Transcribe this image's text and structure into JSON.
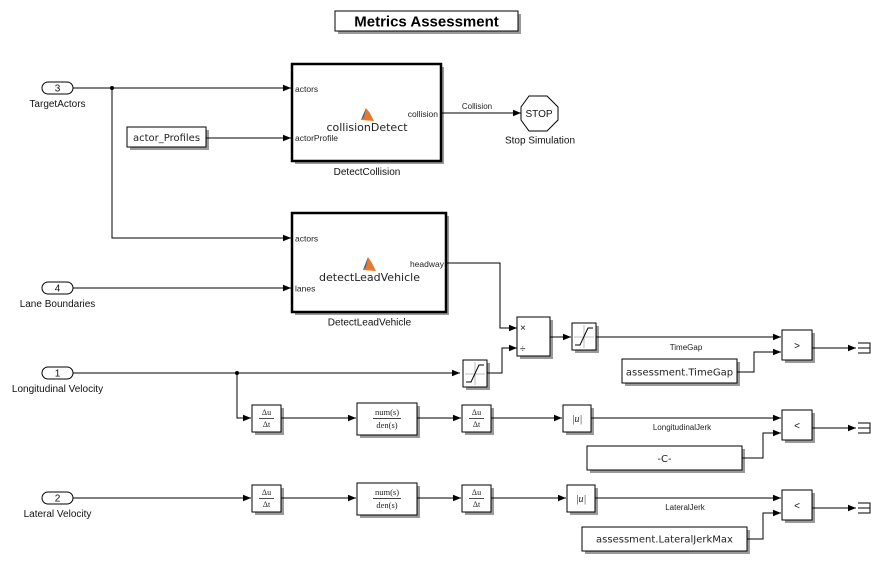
{
  "title": "Metrics Assessment",
  "inports": [
    {
      "number": "3",
      "label": "TargetActors"
    },
    {
      "number": "4",
      "label": "Lane Boundaries"
    },
    {
      "number": "1",
      "label": "Longitudinal Velocity"
    },
    {
      "number": "2",
      "label": "Lateral Velocity"
    }
  ],
  "constants": {
    "actor_profiles": "actor_Profiles",
    "time_gap": "assessment.TimeGap",
    "long_jerk": "-C-",
    "lat_jerk": "assessment.LateralJerkMax"
  },
  "detect_collision": {
    "name": "DetectCollision",
    "function": "collisionDetect",
    "inputs": [
      "actors",
      "actorProfile"
    ],
    "output": "collision"
  },
  "detect_lead": {
    "name": "DetectLeadVehicle",
    "function": "detectLeadVehicle",
    "inputs": [
      "actors",
      "lanes"
    ],
    "output": "headway"
  },
  "stop": {
    "glyph": "STOP",
    "label": "Stop Simulation"
  },
  "signals": {
    "collision": "Collision",
    "time_gap": "TimeGap",
    "long_jerk": "LongitudinalJerk",
    "lat_jerk": "LateralJerk"
  },
  "math": {
    "deriv_num": "Δu",
    "deriv_den": "Δt",
    "tf_num": "num(s)",
    "tf_den": "den(s)",
    "abs": "|u|",
    "product_mul": "×",
    "product_div": "÷"
  },
  "operators": {
    "time_gap": ">",
    "long_jerk": "<",
    "lat_jerk": "<"
  }
}
